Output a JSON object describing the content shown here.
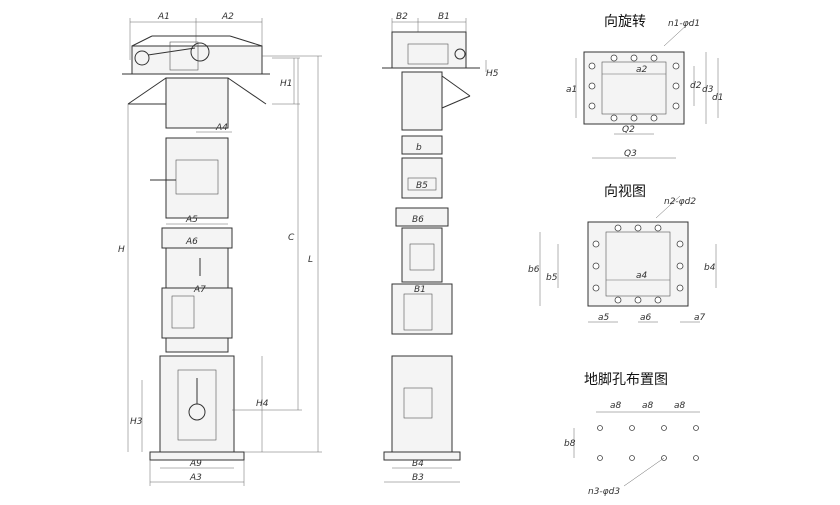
{
  "views": {
    "front": {
      "top_labels": [
        "A1",
        "A2"
      ],
      "labels": [
        "H1",
        "A4",
        "A5",
        "A6",
        "A7",
        "H",
        "C",
        "L",
        "H4",
        "H3",
        "A9",
        "A3"
      ]
    },
    "side": {
      "top_labels": [
        "B2",
        "B1"
      ],
      "labels": [
        "H5",
        "b",
        "B5",
        "B6",
        "B1",
        "B4",
        "B3"
      ]
    },
    "discharge": {
      "title": "向旋转",
      "labels": [
        "n1-φd1",
        "a1",
        "a2",
        "d2",
        "d3",
        "d1",
        "Q2",
        "Q3"
      ]
    },
    "inlet": {
      "title": "向视图",
      "labels": [
        "n2-φd2",
        "b6",
        "b5",
        "a5",
        "a4",
        "a6",
        "a7",
        "b4"
      ]
    },
    "foundation": {
      "title": "地脚孔布置图",
      "labels": [
        "a8",
        "a8",
        "a8",
        "b8",
        "n3-φd3"
      ]
    }
  }
}
